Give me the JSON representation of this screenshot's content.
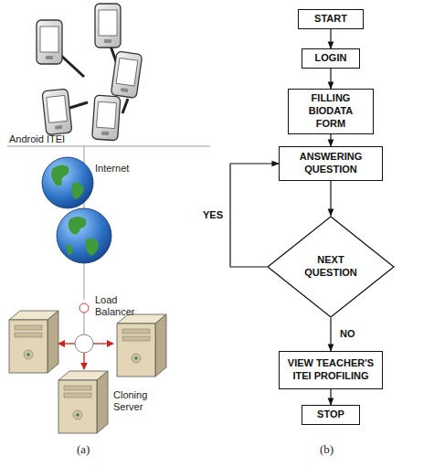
{
  "diagram": {
    "nodes": [
      {
        "text": [
          "START"
        ]
      },
      {
        "text": [
          "LOGIN"
        ]
      },
      {
        "text": [
          "FILLING BIODATA FORM"
        ]
      },
      {
        "text": [
          "ANSWERING QUESTION"
        ]
      },
      {
        "text": [
          "NEXT QUESTION"
        ]
      },
      {
        "text": [
          "VIEW TEACHER'S ITEI PROFILING"
        ]
      },
      {
        "text": [
          "STOP"
        ]
      }
    ],
    "edges": [
      {
        "from": 0,
        "to": 1,
        "arrow": "to"
      },
      {
        "from": 1,
        "to": 2,
        "arrow": "to"
      },
      {
        "from": 2,
        "to": 3,
        "arrow": "to"
      },
      {
        "from": 3,
        "to": 4,
        "arrow": "to"
      },
      {
        "from": 4,
        "to": 3,
        "label": "YES",
        "arrow": "to"
      },
      {
        "from": 4,
        "to": 5,
        "label": "NO",
        "arrow": "to"
      },
      {
        "from": 5,
        "to": 6,
        "arrow": "to"
      }
    ],
    "labels": [
      "Android ITEI",
      "Internet",
      "Load Balancer",
      "Cloning Server",
      "(a)",
      "(b)"
    ]
  }
}
